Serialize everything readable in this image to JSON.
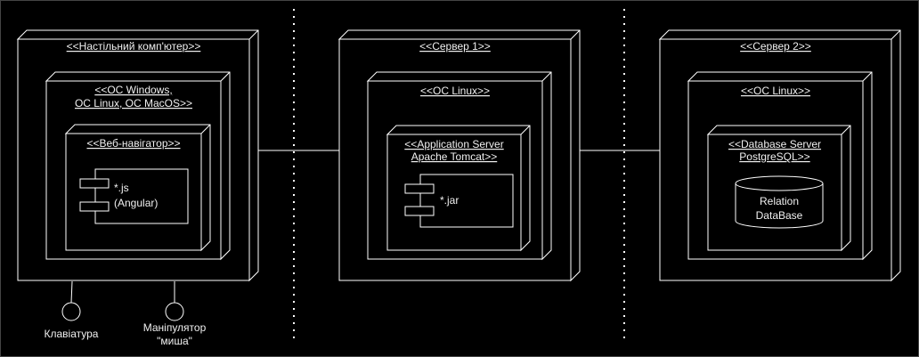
{
  "diagram": {
    "nodes": {
      "desktop": {
        "label": "<<Настільний комп'ютер>>"
      },
      "server1": {
        "label": "<<Сервер 1>>"
      },
      "server2": {
        "label": "<<Сервер 2>>"
      }
    },
    "os": {
      "desktop_line1": "<<ОС Windows,",
      "desktop_line2": "ОС Linux, ОС MacOS>>",
      "server1": "<<ОС Linux>>",
      "server2": "<<ОС Linux>>"
    },
    "containers": {
      "browser": "<<Веб-навігатор>>",
      "app_server_line1": "<<Application Server",
      "app_server_line2": "Apache Tomcat>>",
      "db_server_line1": "<<Database Server",
      "db_server_line2": "PostgreSQL>>"
    },
    "components": {
      "js_line1": "*.js",
      "js_line2": "(Angular)",
      "jar": "*.jar"
    },
    "database": {
      "line1": "Relation",
      "line2": "DataBase"
    },
    "interfaces": {
      "keyboard": "Клавіатура",
      "mouse_line1": "Маніпулятор",
      "mouse_line2": "\"миша\""
    }
  }
}
